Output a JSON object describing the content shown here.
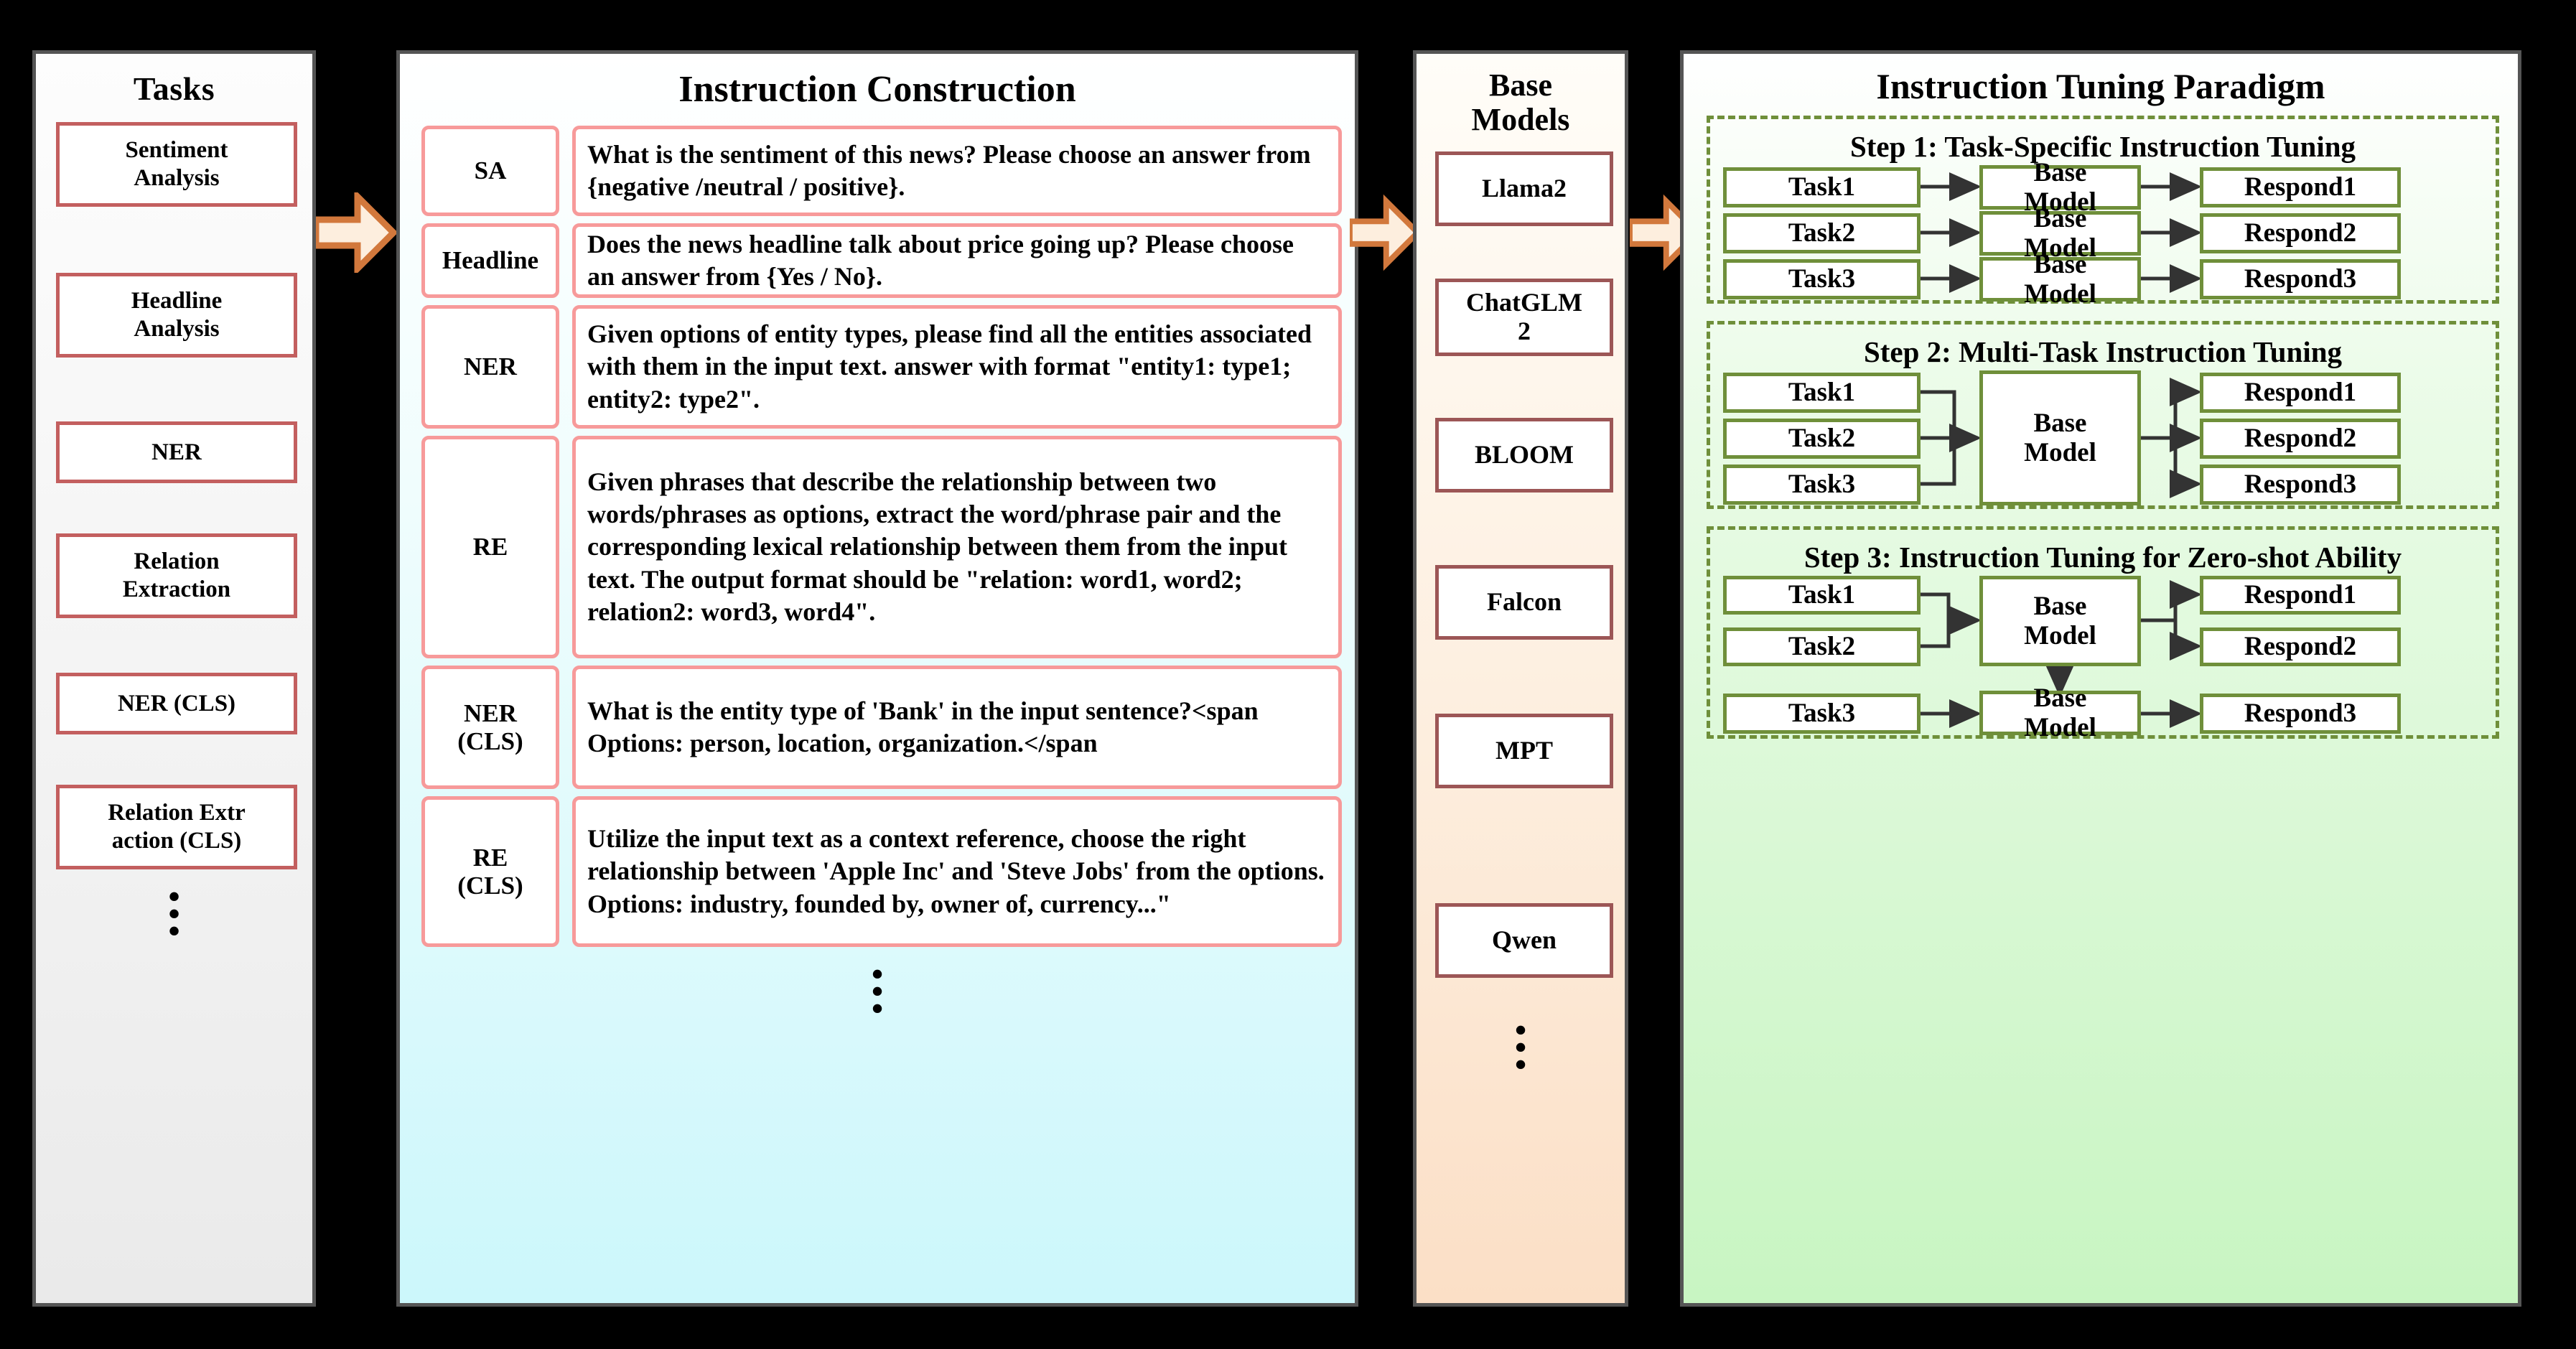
{
  "panels": {
    "tasks": {
      "title": "Tasks",
      "items": [
        {
          "label": "Sentiment\nAnalysis"
        },
        {
          "label": "Headline\nAnalysis"
        },
        {
          "label": "NER"
        },
        {
          "label": "Relation\nExtraction"
        },
        {
          "label": "NER (CLS)"
        },
        {
          "label": "Relation Extr\naction (CLS)"
        }
      ],
      "more_indicator": "vertical-ellipsis"
    },
    "instruction_construction": {
      "title": "Instruction Construction",
      "rows": [
        {
          "tag": "SA",
          "text": "What is the sentiment of this news? Please choose an answer from {negative /neutral / positive}."
        },
        {
          "tag": "Headline",
          "text": "Does the news headline talk about price going up? Please choose an answer from {Yes / No}."
        },
        {
          "tag": "NER",
          "text": "Given options of entity types, please find all the entities associated with them in the input text. answer with format \"entity1: type1; entity2: type2\"."
        },
        {
          "tag": "RE",
          "text": "Given phrases that describe the relationship between two words/phrases as options, extract the word/phrase pair and the corresponding lexical relationship between them from the input text. The output format should be \"relation: word1, word2; relation2: word3, word4\"."
        },
        {
          "tag": "NER\n(CLS)",
          "text": "What is the entity type of 'Bank' in the input sentence?<span Options: person, location, organization.</span"
        },
        {
          "tag": "RE\n(CLS)",
          "text": "Utilize the input text as a context reference, choose the right relationship between 'Apple Inc' and 'Steve Jobs' from the options. Options: industry, founded by, owner of, currency...\""
        }
      ],
      "more_indicator": "vertical-ellipsis"
    },
    "base_models": {
      "title": "Base\nModels",
      "items": [
        {
          "label": "Llama2"
        },
        {
          "label": "ChatGLM\n2"
        },
        {
          "label": "BLOOM"
        },
        {
          "label": "Falcon"
        },
        {
          "label": "MPT"
        },
        {
          "label": "Qwen"
        }
      ],
      "more_indicator": "vertical-ellipsis"
    },
    "tuning_paradigm": {
      "title": "Instruction Tuning Paradigm",
      "steps": [
        {
          "title": "Step 1: Task-Specific Instruction Tuning",
          "nodes": {
            "tasks": [
              "Task1",
              "Task2",
              "Task3"
            ],
            "models": [
              "Base\nModel",
              "Base\nModel",
              "Base\nModel"
            ],
            "responds": [
              "Respond1",
              "Respond2",
              "Respond3"
            ]
          }
        },
        {
          "title": "Step 2: Multi-Task Instruction Tuning",
          "nodes": {
            "tasks": [
              "Task1",
              "Task2",
              "Task3"
            ],
            "models": [
              "Base\nModel"
            ],
            "responds": [
              "Respond1",
              "Respond2",
              "Respond3"
            ]
          }
        },
        {
          "title": "Step 3: Instruction Tuning for Zero-shot Ability",
          "nodes": {
            "tasks": [
              "Task1",
              "Task2",
              "Task3"
            ],
            "models": [
              "Base\nModel",
              "Base\nModel"
            ],
            "responds": [
              "Respond1",
              "Respond2",
              "Respond3"
            ]
          }
        }
      ]
    }
  },
  "flow_arrows": [
    {
      "name": "tasks-to-instruction"
    },
    {
      "name": "instruction-to-models"
    },
    {
      "name": "models-to-tuning"
    }
  ],
  "colors": {
    "panel_border": "#555555",
    "task_box_border": "#c35f5f",
    "instruction_box_border": "#f79a9a",
    "model_box_border": "#9c5656",
    "tuning_box_border": "#6f8f3a",
    "flow_arrow_stroke": "#d2783c",
    "flow_arrow_fill": "#fdeede",
    "instruction_bg": "#ccf7fb",
    "models_bg": "#fbdfc6",
    "tuning_bg": "#c8f5c2"
  }
}
